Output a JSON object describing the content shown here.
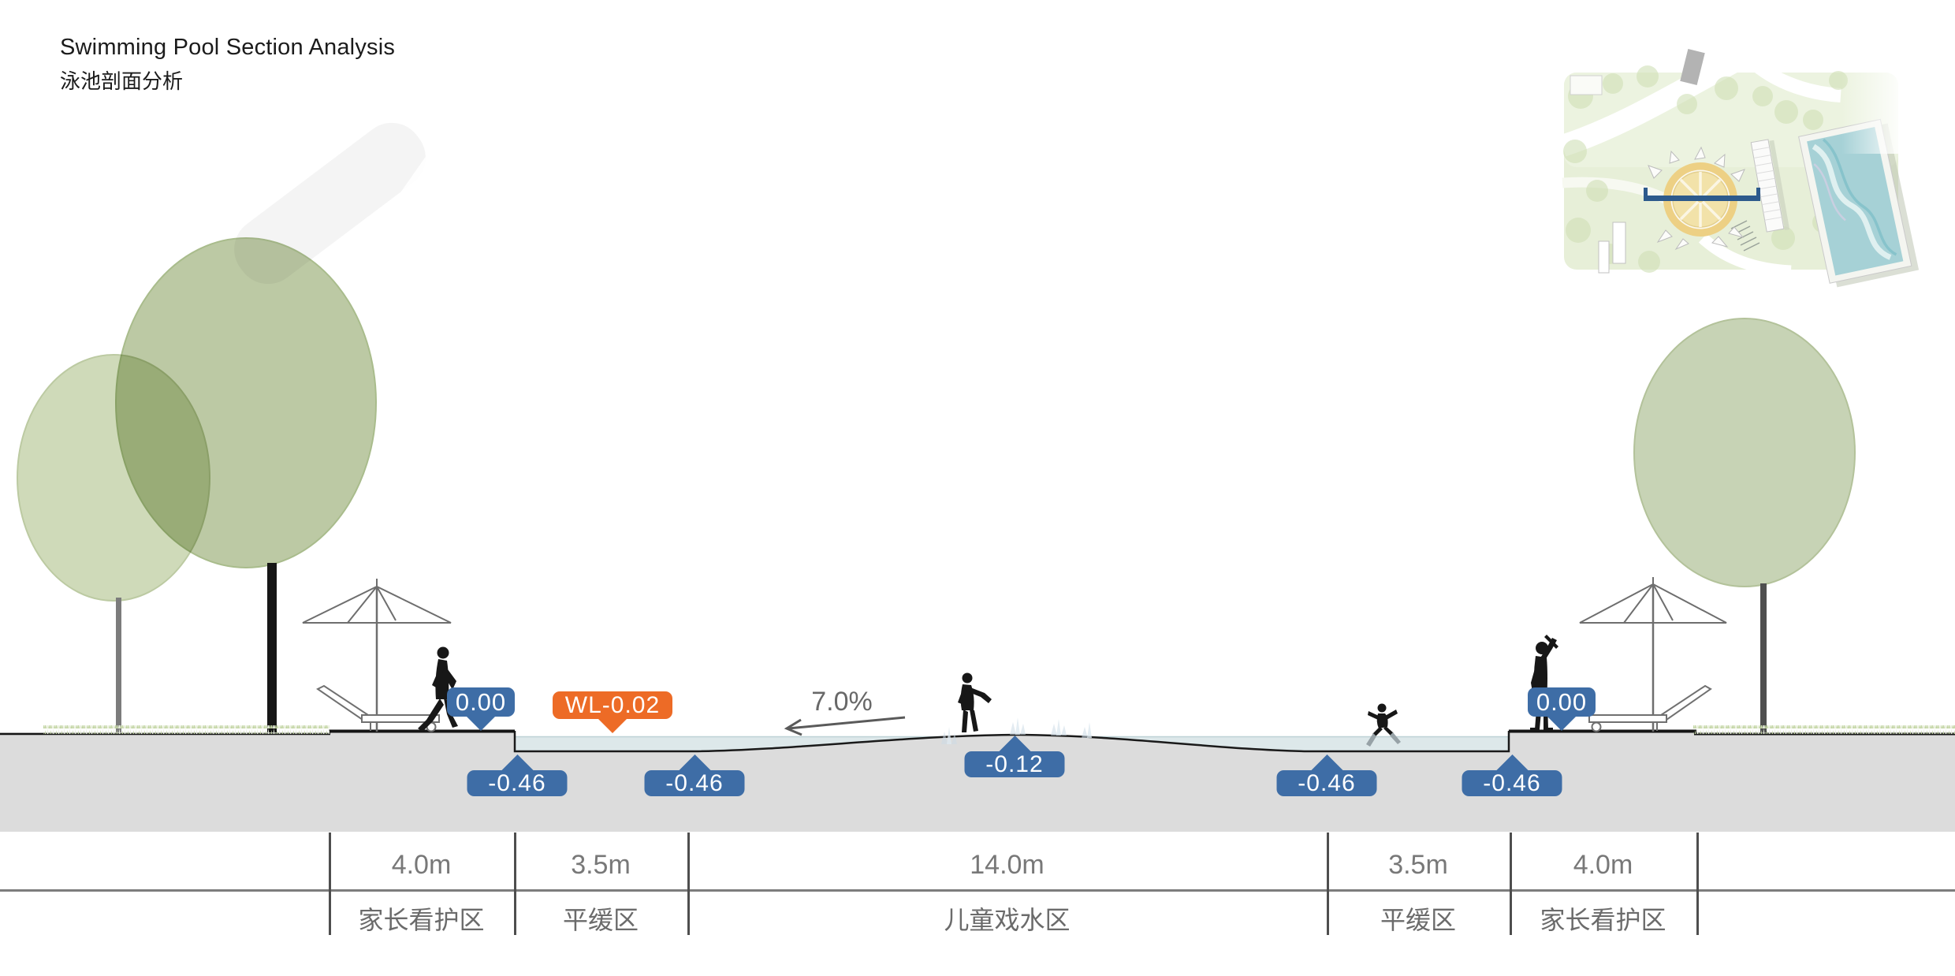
{
  "title": {
    "line1_en": "Swimming Pool Section Analysis",
    "line2_zh": "泳池剖面分析"
  },
  "annotations": {
    "slope_label": "7.0%",
    "elevations": [
      {
        "id": "deck-left",
        "label": "0.00",
        "color": "blue",
        "pointer": "down"
      },
      {
        "id": "water-level",
        "label": "WL-0.02",
        "color": "orange",
        "pointer": "down"
      },
      {
        "id": "pool-floor-left-wall",
        "label": "-0.46",
        "color": "blue",
        "pointer": "up"
      },
      {
        "id": "pool-floor-left-slope",
        "label": "-0.46",
        "color": "blue",
        "pointer": "up"
      },
      {
        "id": "pool-floor-center",
        "label": "-0.12",
        "color": "blue",
        "pointer": "up"
      },
      {
        "id": "pool-floor-right-slope",
        "label": "-0.46",
        "color": "blue",
        "pointer": "up"
      },
      {
        "id": "pool-floor-right-wall",
        "label": "-0.46",
        "color": "blue",
        "pointer": "up"
      },
      {
        "id": "deck-right",
        "label": "0.00",
        "color": "blue",
        "pointer": "down"
      }
    ]
  },
  "dimension_table": {
    "zones": [
      {
        "width": "4.0m",
        "name": "家长看护区"
      },
      {
        "width": "3.5m",
        "name": "平缓区"
      },
      {
        "width": "14.0m",
        "name": "儿童戏水区"
      },
      {
        "width": "3.5m",
        "name": "平缓区"
      },
      {
        "width": "4.0m",
        "name": "家长看护区"
      }
    ]
  },
  "colors": {
    "marker_blue": "#3e6da6",
    "marker_orange": "#ed6b26",
    "water": "#dde8ea",
    "ground": "#dcdcdc",
    "tree_green_big": "#bcc9a4",
    "tree_green_small": "#cfdab9",
    "tree_green_right": "#c7d3b5",
    "section_cut_blue": "#2d5a8c"
  }
}
